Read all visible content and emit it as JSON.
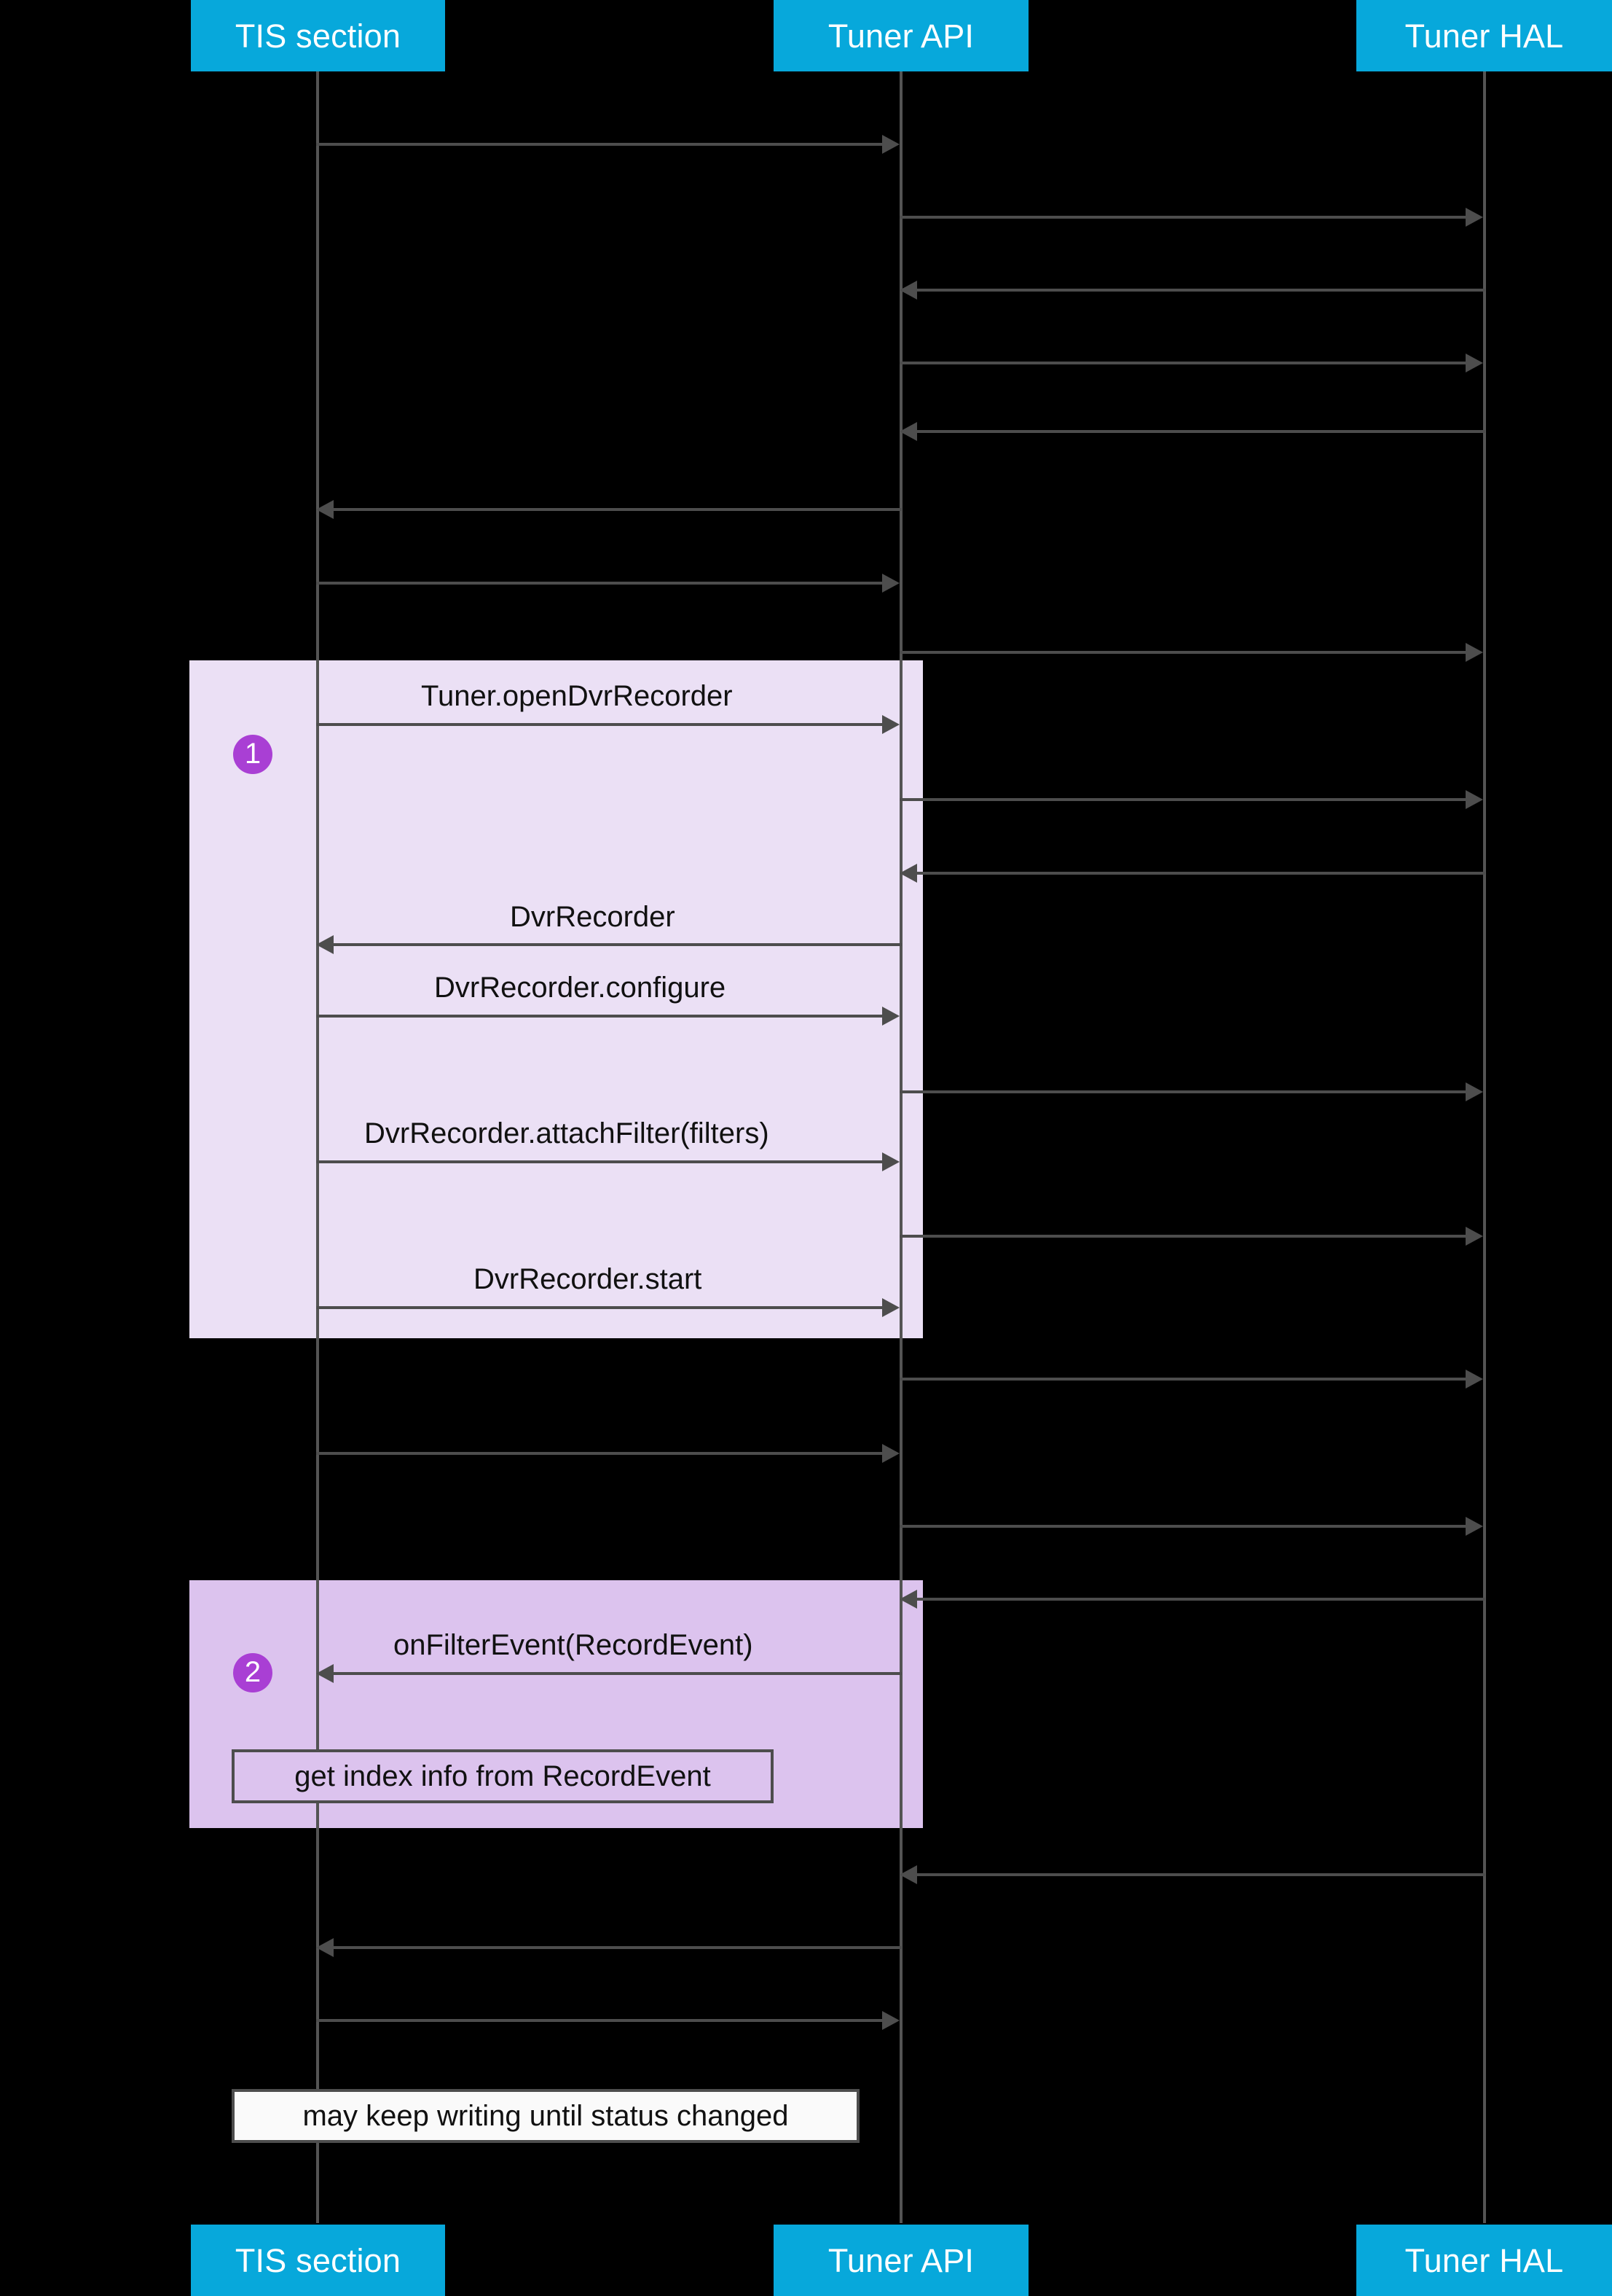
{
  "diagram": {
    "type": "uml-sequence-diagram",
    "title": "Tuner DVR recording sequence",
    "background_color": "#000000",
    "participant_color": "#07A8DB",
    "participant_text_color": "#FFFFFF",
    "message_line_color": "#4D4D4D",
    "fragment_1_color": "#EBE0F5",
    "fragment_2_color": "#DCC3EE",
    "badge_color": "#A93FD4",
    "note_color": "#FAFAFA"
  },
  "participants": [
    {
      "id": "tis",
      "label": "TIS section"
    },
    {
      "id": "api",
      "label": "Tuner API"
    },
    {
      "id": "hal",
      "label": "Tuner HAL"
    }
  ],
  "fragments": [
    {
      "badge": "1",
      "color": "#EBE0F5"
    },
    {
      "badge": "2",
      "color": "#DCC3EE"
    }
  ],
  "messages": [
    {
      "index": 1,
      "from": "tis",
      "to": "api",
      "direction": "right",
      "label": ""
    },
    {
      "index": 2,
      "from": "api",
      "to": "hal",
      "direction": "right",
      "label": ""
    },
    {
      "index": 3,
      "from": "hal",
      "to": "api",
      "direction": "left",
      "label": ""
    },
    {
      "index": 4,
      "from": "api",
      "to": "hal",
      "direction": "right",
      "label": ""
    },
    {
      "index": 5,
      "from": "hal",
      "to": "api",
      "direction": "left",
      "label": ""
    },
    {
      "index": 6,
      "from": "api",
      "to": "tis",
      "direction": "left",
      "label": ""
    },
    {
      "index": 7,
      "from": "tis",
      "to": "api",
      "direction": "right",
      "label": ""
    },
    {
      "index": 8,
      "from": "api",
      "to": "hal",
      "direction": "right",
      "label": ""
    },
    {
      "index": 9,
      "from": "tis",
      "to": "api",
      "direction": "right",
      "label": "Tuner.openDvrRecorder"
    },
    {
      "index": 10,
      "from": "api",
      "to": "hal",
      "direction": "right",
      "label": ""
    },
    {
      "index": 11,
      "from": "hal",
      "to": "api",
      "direction": "left",
      "label": ""
    },
    {
      "index": 12,
      "from": "api",
      "to": "tis",
      "direction": "left",
      "label": "DvrRecorder"
    },
    {
      "index": 13,
      "from": "tis",
      "to": "api",
      "direction": "right",
      "label": "DvrRecorder.configure"
    },
    {
      "index": 14,
      "from": "api",
      "to": "hal",
      "direction": "right",
      "label": ""
    },
    {
      "index": 15,
      "from": "tis",
      "to": "api",
      "direction": "right",
      "label": "DvrRecorder.attachFilter(filters)"
    },
    {
      "index": 16,
      "from": "api",
      "to": "hal",
      "direction": "right",
      "label": ""
    },
    {
      "index": 17,
      "from": "tis",
      "to": "api",
      "direction": "right",
      "label": "DvrRecorder.start"
    },
    {
      "index": 18,
      "from": "api",
      "to": "hal",
      "direction": "right",
      "label": ""
    },
    {
      "index": 19,
      "from": "tis",
      "to": "api",
      "direction": "right",
      "label": ""
    },
    {
      "index": 20,
      "from": "api",
      "to": "hal",
      "direction": "right",
      "label": ""
    },
    {
      "index": 21,
      "from": "hal",
      "to": "api",
      "direction": "left",
      "label": ""
    },
    {
      "index": 22,
      "from": "api",
      "to": "tis",
      "direction": "left",
      "label": "onFilterEvent(RecordEvent)"
    },
    {
      "index": 23,
      "from": "hal",
      "to": "api",
      "direction": "left",
      "label": ""
    },
    {
      "index": 24,
      "from": "api",
      "to": "tis",
      "direction": "left",
      "label": ""
    },
    {
      "index": 25,
      "from": "tis",
      "to": "api",
      "direction": "right",
      "label": ""
    }
  ],
  "notes": [
    {
      "id": "note-index-info",
      "text": "get index info from RecordEvent",
      "style": "on-fragment"
    },
    {
      "id": "note-keep-writing",
      "text": "may keep writing until status changed",
      "style": "plain"
    }
  ]
}
